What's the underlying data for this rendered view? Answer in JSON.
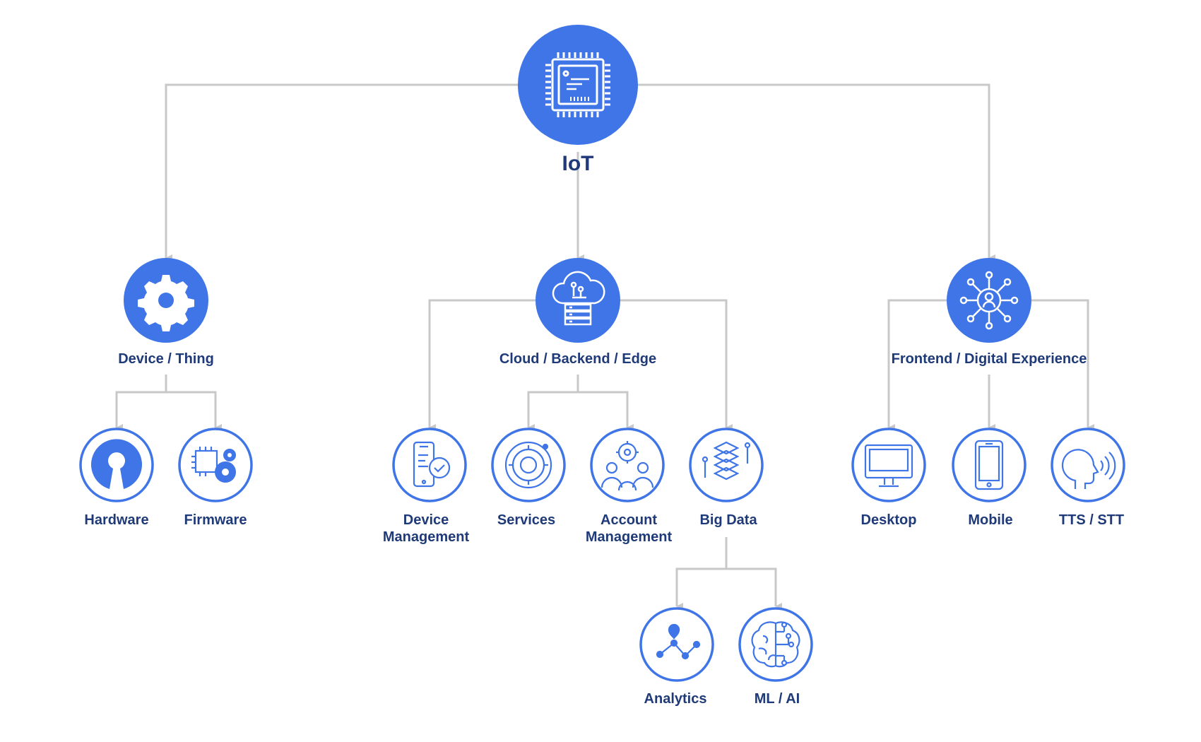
{
  "colors": {
    "accent": "#3f75e6",
    "connector": "#c8c8c8",
    "label": "#1f3a78",
    "background": "#ffffff"
  },
  "root": {
    "label": "IoT",
    "icon": "microchip-icon"
  },
  "branches": [
    {
      "label": "Device / Thing",
      "icon": "gear-icon",
      "children": [
        {
          "label": "Hardware",
          "icon": "open-hardware-icon"
        },
        {
          "label": "Firmware",
          "icon": "chip-gears-icon"
        }
      ]
    },
    {
      "label": "Cloud / Backend / Edge",
      "icon": "cloud-server-icon",
      "children": [
        {
          "label": "Device Management",
          "icon": "phone-settings-icon"
        },
        {
          "label": "Services",
          "icon": "service-cog-icon"
        },
        {
          "label": "Account Management",
          "icon": "users-gear-icon"
        },
        {
          "label": "Big Data",
          "icon": "data-stack-icon",
          "children": [
            {
              "label": "Analytics",
              "icon": "analytics-graph-icon"
            },
            {
              "label": "ML / AI",
              "icon": "brain-circuit-icon"
            }
          ]
        }
      ]
    },
    {
      "label": "Frontend / Digital Experience",
      "icon": "user-network-icon",
      "children": [
        {
          "label": "Desktop",
          "icon": "monitor-icon"
        },
        {
          "label": "Mobile",
          "icon": "smartphone-icon"
        },
        {
          "label": "TTS / STT",
          "icon": "speaking-head-icon"
        }
      ]
    }
  ]
}
